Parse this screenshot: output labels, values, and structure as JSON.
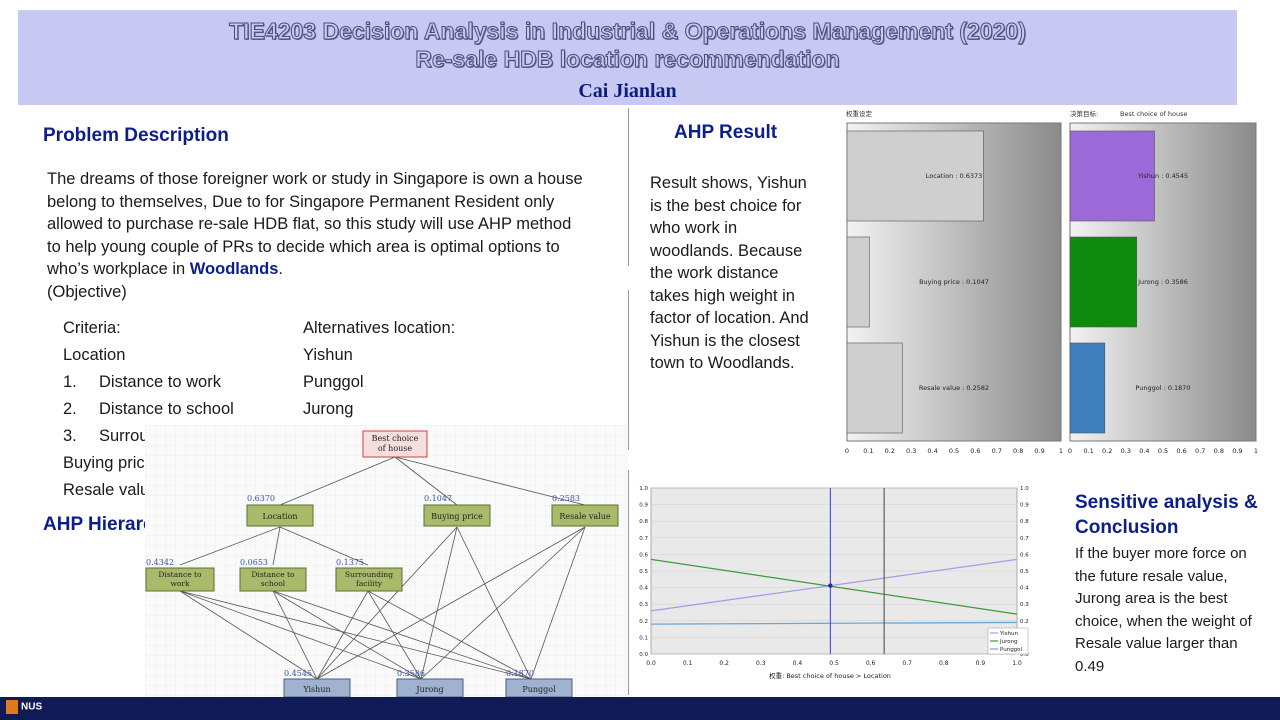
{
  "header": {
    "title_line1": "TIE4203 Decision Analysis in Industrial & Operations Management (2020)",
    "title_line2": "Re-sale HDB location recommendation",
    "author": "Cai Jianlan"
  },
  "problem": {
    "heading": "Problem Description",
    "text_before": "The dreams of those foreigner work or study in Singapore is own a house belong to themselves, Due to for Singapore Permanent Resident only allowed to purchase re-sale HDB flat, so this study will use AHP method to help young couple of PRs to decide which area is optimal options to who’s workplace in ",
    "text_bold": "Woodlands",
    "text_after": ".",
    "objective": "(Objective)"
  },
  "criteria": {
    "heading": "Criteria:",
    "items": [
      "Location",
      "Distance to work",
      "Distance to school",
      "Surrounding facility",
      "Buying price",
      "Resale value"
    ],
    "numbers": [
      "1.",
      "2.",
      "3."
    ]
  },
  "alternatives": {
    "heading": "Alternatives location:",
    "items": [
      "Yishun",
      "Punggol",
      "Jurong"
    ]
  },
  "hierarchy": {
    "heading": "AHP Hierarchy",
    "goal": "Best choice of house",
    "criteria": [
      {
        "label": "Location",
        "weight": "0.6370"
      },
      {
        "label": "Buying price",
        "weight": "0.1047"
      },
      {
        "label": "Resale value",
        "weight": "0.2583"
      }
    ],
    "subcriteria": [
      {
        "label": "Distance to work",
        "weight": "0.4342"
      },
      {
        "label": "Distance to school",
        "weight": "0.0653"
      },
      {
        "label": "Surrounding facility",
        "weight": "0.1375"
      }
    ],
    "alternatives": [
      {
        "label": "Yishun",
        "weight": "0.4545"
      },
      {
        "label": "Jurong",
        "weight": "0.3586"
      },
      {
        "label": "Punggol",
        "weight": "0.1870"
      }
    ],
    "colors": {
      "criteria": "#a9bb6a",
      "alternatives": "#9fb2cf"
    }
  },
  "ahp_result": {
    "heading": "AHP Result",
    "text": "Result shows, Yishun is the best choice for who work in woodlands. Because the work distance takes high weight in factor of location. And Yishun is the closest town to Woodlands."
  },
  "chart_data": [
    {
      "type": "bar",
      "title": "权重设定",
      "orientation": "horizontal",
      "categories": [
        "Location",
        "Buying price",
        "Resale value"
      ],
      "values": [
        0.6373,
        0.1047,
        0.2582
      ],
      "value_labels": [
        "Location : 0.6373",
        "Buying price : 0.1047",
        "Resale value : 0.2582"
      ],
      "xlim": [
        0,
        1
      ],
      "x_ticks": [
        "0",
        "0.1",
        "0.2",
        "0.3",
        "0.4",
        "0.5",
        "0.6",
        "0.7",
        "0.8",
        "0.9",
        "1"
      ]
    },
    {
      "type": "bar",
      "title": "决策目标:",
      "subtitle": "Best choice of house",
      "orientation": "horizontal",
      "categories": [
        "Yishun",
        "Jurong",
        "Punggol"
      ],
      "values": [
        0.4545,
        0.3586,
        0.187
      ],
      "value_labels": [
        "Yishun : 0.4545",
        "Jurong : 0.3586",
        "Punggol : 0.1870"
      ],
      "colors": [
        "#9b6ad8",
        "#0e8a0e",
        "#3f7fbd"
      ],
      "xlim": [
        0,
        1
      ],
      "x_ticks": [
        "0",
        "0.1",
        "0.2",
        "0.3",
        "0.4",
        "0.5",
        "0.6",
        "0.7",
        "0.8",
        "0.9",
        "1"
      ]
    },
    {
      "type": "line",
      "xlabel": "权重: Best choice of house > Location",
      "xlim": [
        0,
        1
      ],
      "ylim": [
        0,
        1
      ],
      "x_ticks": [
        "0.0",
        "0.1",
        "0.2",
        "0.3",
        "0.4",
        "0.5",
        "0.6",
        "0.7",
        "0.8",
        "0.9",
        "1.0"
      ],
      "y_ticks": [
        "0.0",
        "0.1",
        "0.2",
        "0.3",
        "0.4",
        "0.5",
        "0.6",
        "0.7",
        "0.8",
        "0.9",
        "1.0"
      ],
      "series": [
        {
          "name": "Yishun",
          "color": "#a79be6",
          "x": [
            0,
            1
          ],
          "y": [
            0.26,
            0.57
          ]
        },
        {
          "name": "Jurong",
          "color": "#3f9a3f",
          "x": [
            0,
            1
          ],
          "y": [
            0.57,
            0.24
          ]
        },
        {
          "name": "Punggol",
          "color": "#6aa6d6",
          "x": [
            0,
            1
          ],
          "y": [
            0.18,
            0.19
          ]
        }
      ],
      "marker_lines": [
        0.49,
        0.637
      ],
      "legend_placement": "bottom-right"
    }
  ],
  "sensitivity": {
    "heading": "Sensitive analysis & Conclusion",
    "text": "If the buyer more force on the future resale value, Jurong area is the best choice, when the weight of Resale value larger than 0.49"
  },
  "footer": {
    "logo_text": "NUS"
  }
}
